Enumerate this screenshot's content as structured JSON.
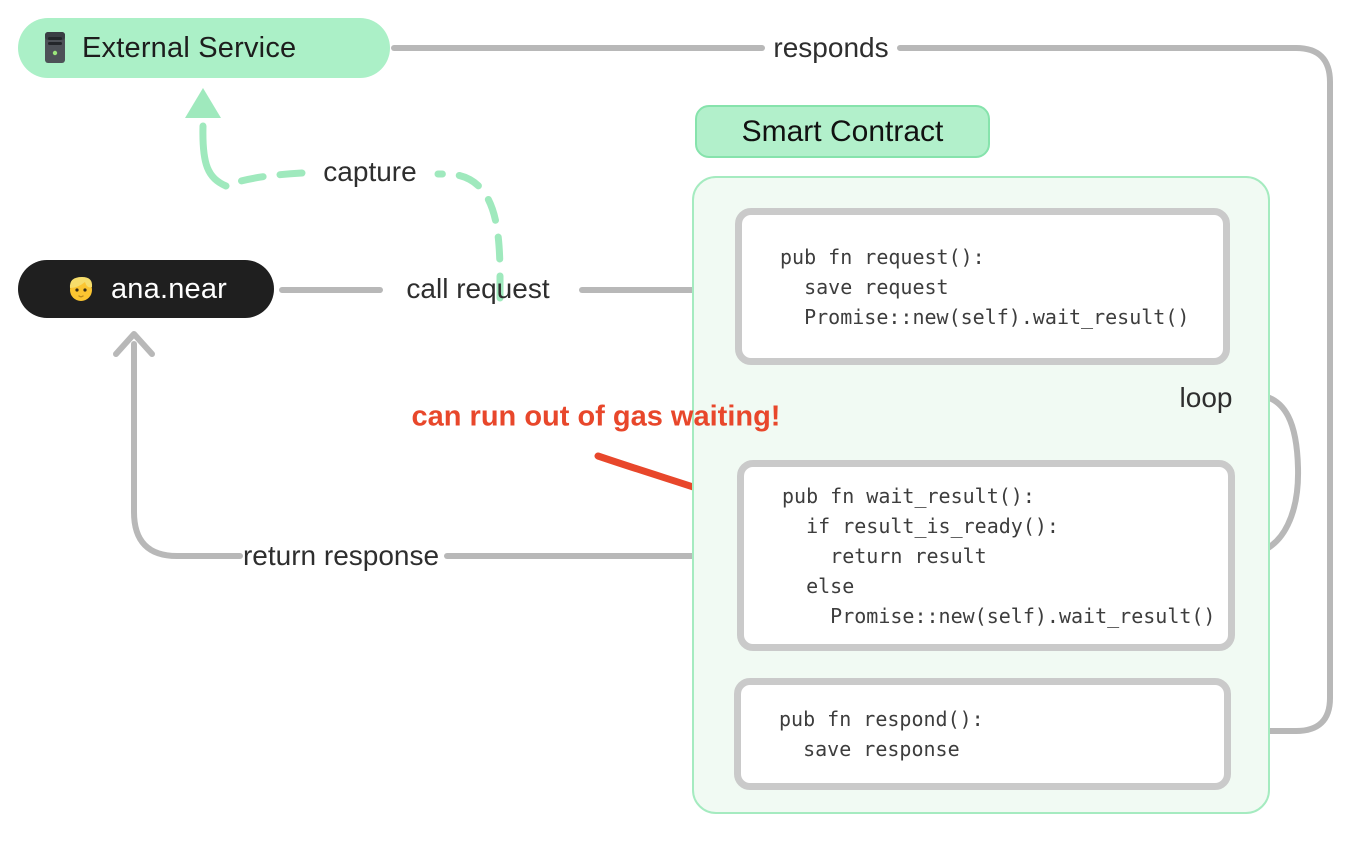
{
  "nodes": {
    "external_service": {
      "label": "External Service",
      "icon": "server-icon"
    },
    "user": {
      "label": "ana.near",
      "icon": "person-icon"
    },
    "smart_contract": {
      "title": "Smart Contract",
      "code_boxes": [
        {
          "id": "request",
          "lines": [
            "pub fn request():",
            "  save request",
            "  Promise::new(self).wait_result()"
          ]
        },
        {
          "id": "wait_result",
          "lines": [
            "pub fn wait_result():",
            "  if result_is_ready():",
            "    return result",
            "  else",
            "    Promise::new(self).wait_result()"
          ]
        },
        {
          "id": "respond",
          "lines": [
            "pub fn respond():",
            "  save response"
          ]
        }
      ]
    }
  },
  "edges": {
    "responds": "responds",
    "capture": "capture",
    "call_request": "call request",
    "return_response": "return response",
    "loop": "loop"
  },
  "annotations": {
    "warning": "can run out of gas waiting!"
  },
  "colors": {
    "accent_green": "#abf0c7",
    "container_green_bg": "#f1faf3",
    "container_green_border": "#a5ebc0",
    "dashed_green": "#9fe9bd",
    "gray_line": "#b8b8b8",
    "light_gray_dash": "#e0e0e0",
    "code_border": "#cacaca",
    "code_text": "#3d3d3d",
    "warning_red": "#e8472b",
    "user_pill_bg": "#1f1f1f"
  }
}
